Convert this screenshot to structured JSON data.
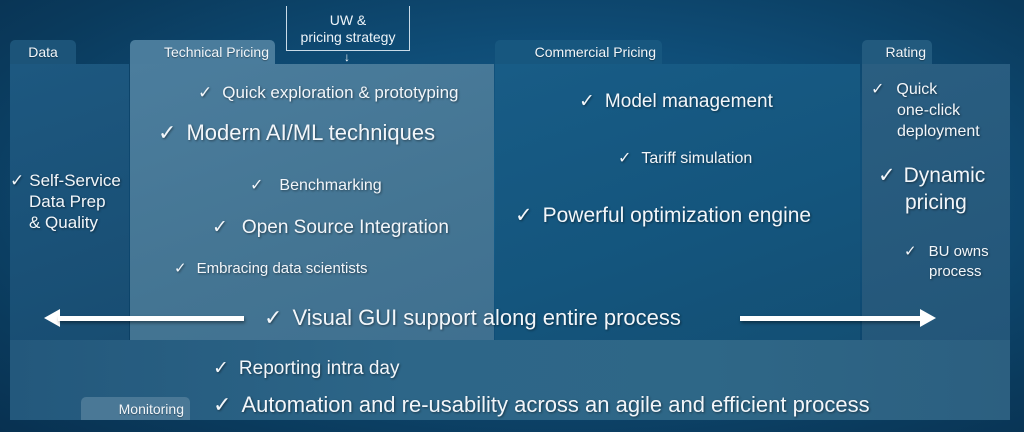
{
  "colors": {
    "background": "#0f4d77",
    "data_panel": "#1c5479",
    "technical_panel": "#4a7c9c",
    "commercial_panel": "#17577f",
    "rating_panel": "#2a5e81",
    "monitoring_panel": "#2d6688",
    "text": "#f2f6fa",
    "arrow": "#ffffff"
  },
  "check_glyph": "✓",
  "uw_strategy": {
    "line1": "UW &",
    "line2": "pricing strategy",
    "arrow": "↓"
  },
  "columns": {
    "data": {
      "tab": "Data",
      "items": [
        {
          "lines": [
            "Self-Service",
            "Data Prep",
            "& Quality"
          ]
        }
      ]
    },
    "technical": {
      "tab": "Technical Pricing",
      "items": [
        {
          "label": "Quick exploration & prototyping"
        },
        {
          "label": "Modern AI/ML techniques"
        },
        {
          "label": "Benchmarking"
        },
        {
          "label": "Open Source Integration"
        },
        {
          "label": "Embracing data scientists"
        }
      ]
    },
    "commercial": {
      "tab": "Commercial Pricing",
      "items": [
        {
          "label": "Model management"
        },
        {
          "label": "Tariff simulation"
        },
        {
          "label": "Powerful optimization engine"
        }
      ]
    },
    "rating": {
      "tab": "Rating",
      "items": [
        {
          "lines": [
            "Quick",
            "one-click",
            "deployment"
          ]
        },
        {
          "lines": [
            "Dynamic",
            "pricing"
          ]
        },
        {
          "lines": [
            "BU owns",
            "process"
          ]
        }
      ]
    }
  },
  "process_banner": {
    "label": "Visual GUI support along entire process"
  },
  "monitoring": {
    "tab": "Monitoring",
    "items": [
      {
        "label": "Reporting intra day"
      },
      {
        "label": "Automation and re-usability across an agile and efficient process"
      }
    ]
  }
}
